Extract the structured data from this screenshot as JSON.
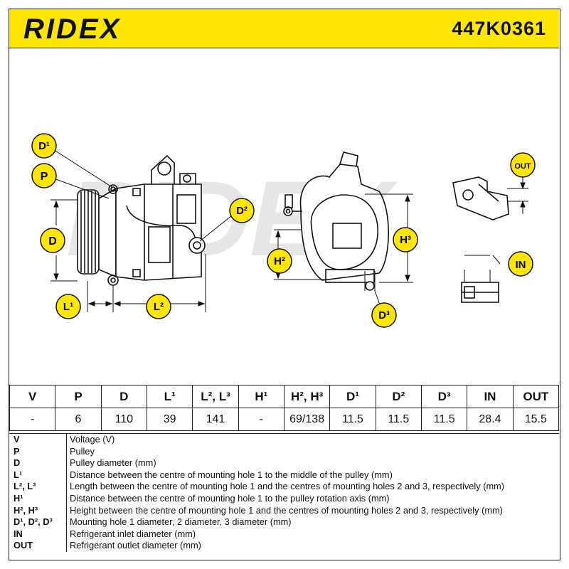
{
  "header": {
    "brand": "RIDEX",
    "part_number": "447K0361"
  },
  "watermark": "RIDEX",
  "callouts": {
    "d1": "D¹",
    "p": "P",
    "d": "D",
    "l1": "L¹",
    "l2": "L²",
    "d2": "D²",
    "h2": "H²",
    "h3": "H³",
    "d3": "D³",
    "out": "OUT",
    "in": "IN"
  },
  "params": {
    "headers": [
      "V",
      "P",
      "D",
      "L¹",
      "L², L³",
      "H¹",
      "H², H³",
      "D¹",
      "D²",
      "D³",
      "IN",
      "OUT"
    ],
    "values": [
      "-",
      "6",
      "110",
      "39",
      "141",
      "-",
      "69/138",
      "11.5",
      "11.5",
      "11.5",
      "28.4",
      "15.5"
    ]
  },
  "legend": [
    {
      "key": "V",
      "text": "Voltage (V)"
    },
    {
      "key": "P",
      "text": "Pulley"
    },
    {
      "key": "D",
      "text": "Pulley diameter (mm)"
    },
    {
      "key": "L¹",
      "text": "Distance between the centre of mounting hole 1 to the middle of the pulley (mm)"
    },
    {
      "key": "L², L³",
      "text": "Length between the centre of mounting hole 1 and the centres of mounting holes 2 and 3, respectively (mm)"
    },
    {
      "key": "H¹",
      "text": "Distance between the centre of mounting hole 1 to the pulley rotation axis (mm)"
    },
    {
      "key": "H², H³",
      "text": "Height between the centre of mounting hole 1 and the centres of mounting holes 2 and 3, respectively (mm)"
    },
    {
      "key": "D¹, D², D³",
      "text": "Mounting hole 1 diameter, 2 diameter, 3 diameter (mm)"
    },
    {
      "key": "IN",
      "text": "Refrigerant inlet diameter (mm)"
    },
    {
      "key": "OUT",
      "text": "Refrigerant outlet diameter (mm)"
    }
  ],
  "colors": {
    "accent": "#ffe600",
    "ink": "#111111",
    "watermark": "#e6e6e6"
  }
}
